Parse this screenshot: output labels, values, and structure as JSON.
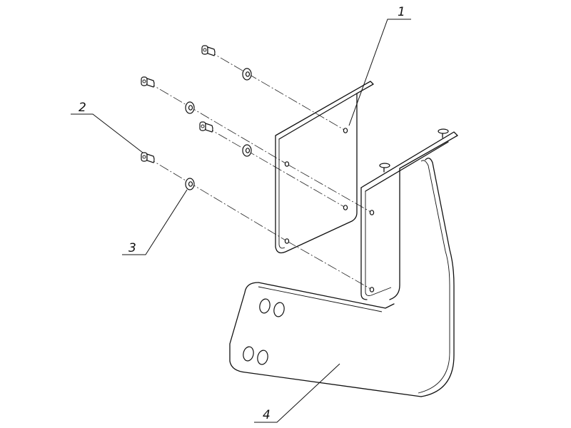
{
  "callouts": [
    {
      "id": "1",
      "text": "1"
    },
    {
      "id": "2",
      "text": "2"
    },
    {
      "id": "3",
      "text": "3"
    },
    {
      "id": "4",
      "text": "4"
    }
  ]
}
